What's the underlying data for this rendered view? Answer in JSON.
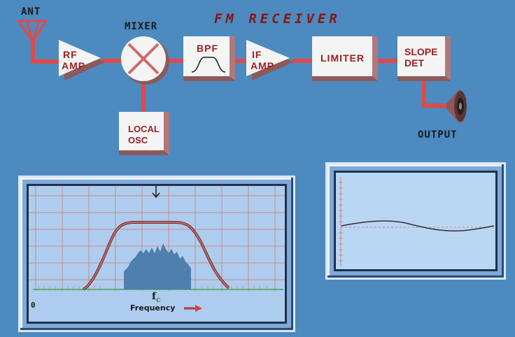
{
  "title": "FM RECEIVER",
  "labels": {
    "antenna": "ANT",
    "mixer": "MIXER",
    "output": "OUTPUT"
  },
  "blocks": {
    "rf_amp": {
      "line1": "RF",
      "line2": "AMP"
    },
    "local_osc": {
      "line1": "LOCAL",
      "line2": "OSC"
    },
    "bpf": {
      "label": "BPF"
    },
    "if_amp": {
      "line1": "IF",
      "line2": "AMP"
    },
    "limiter": {
      "label": "LIMITER"
    },
    "slope_det": {
      "line1": "SLOPE",
      "line2": "DET"
    }
  },
  "spectrum_display": {
    "zero_label": "0",
    "center_label": "f",
    "center_subscript": "c",
    "x_axis_label": "Frequency"
  },
  "colors": {
    "background": "#4d8ac0",
    "wire": "#e04a48",
    "label_text": "#9a1e1e",
    "grid": "#c98a8a",
    "signal": "#4e7fad",
    "filter_curve": "#9a4b4b"
  }
}
